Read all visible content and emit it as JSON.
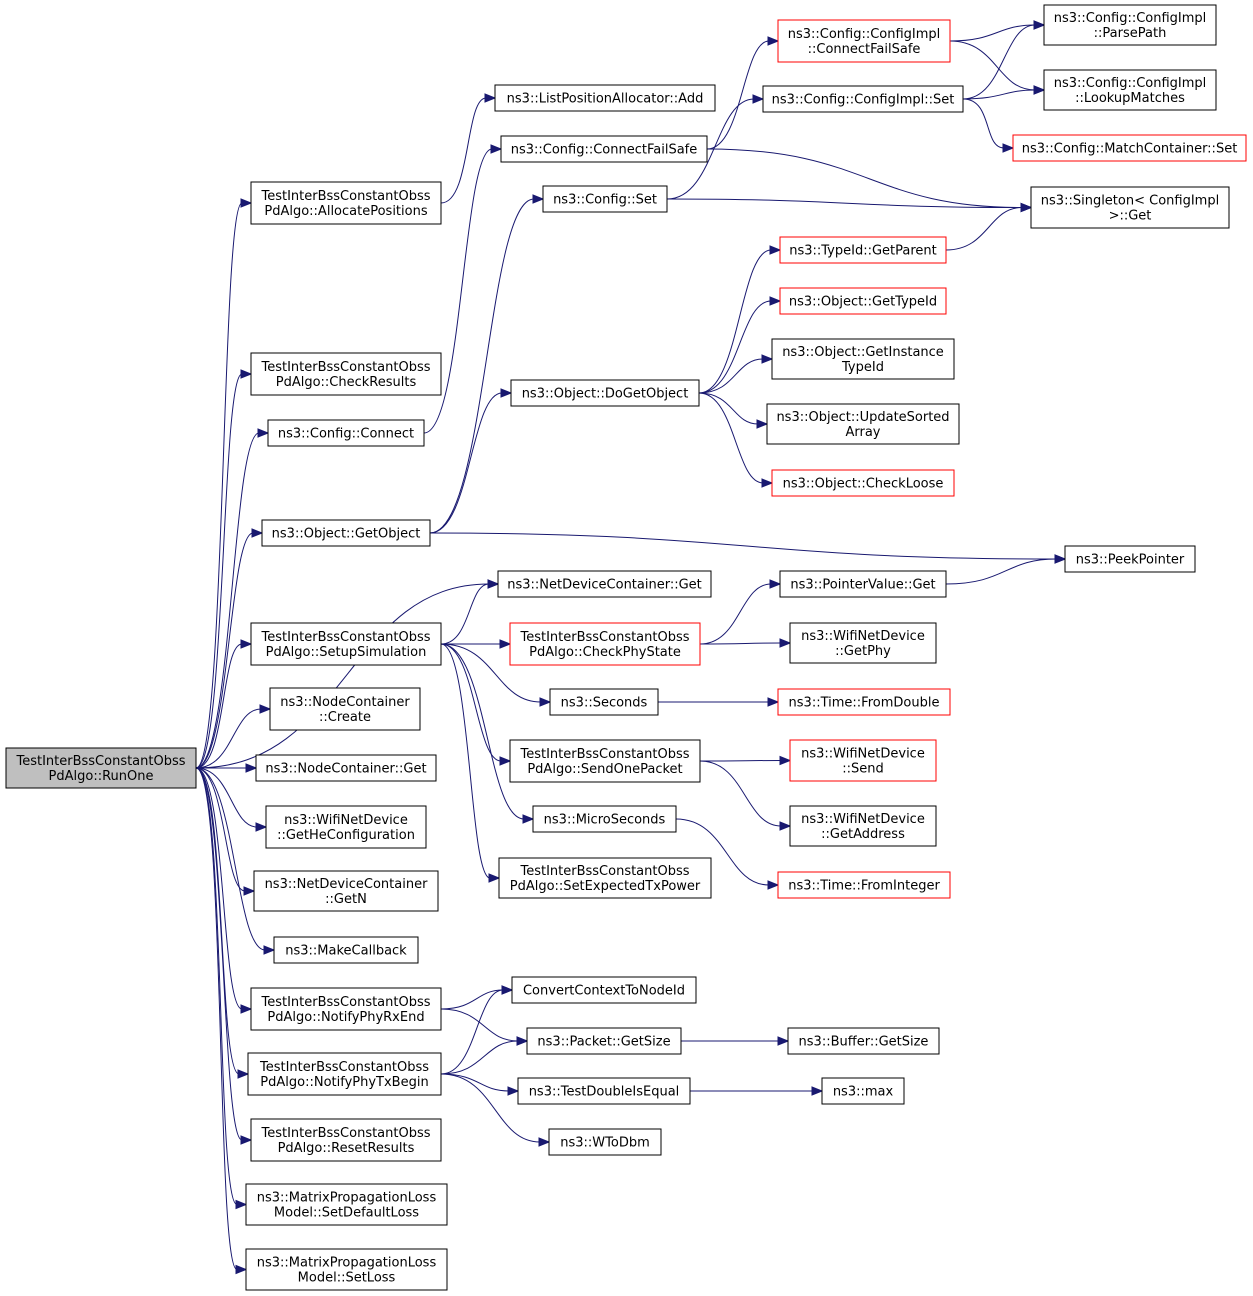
{
  "diagram": {
    "edge_color": "#191970",
    "node_border_color": "#000000",
    "truncated_node_border_color": "#ff0000",
    "root_fill_color": "#bfbfbf",
    "nodes": [
      {
        "id": "n0",
        "lines": [
          "TestInterBssConstantObss",
          "PdAlgo::RunOne"
        ],
        "root": true
      },
      {
        "id": "n1",
        "lines": [
          "TestInterBssConstantObss",
          "PdAlgo::AllocatePositions"
        ]
      },
      {
        "id": "n2",
        "lines": [
          "ns3::ListPositionAllocator::Add"
        ]
      },
      {
        "id": "n3",
        "lines": [
          "TestInterBssConstantObss",
          "PdAlgo::CheckResults"
        ]
      },
      {
        "id": "n4",
        "lines": [
          "ns3::Config::Connect"
        ]
      },
      {
        "id": "n5",
        "lines": [
          "ns3::Config::ConnectFailSafe"
        ]
      },
      {
        "id": "n6",
        "lines": [
          "ns3::Config::ConfigImpl",
          "::ConnectFailSafe"
        ],
        "red": true
      },
      {
        "id": "n7",
        "lines": [
          "ns3::Config::ConfigImpl",
          "::ParsePath"
        ]
      },
      {
        "id": "n8",
        "lines": [
          "ns3::Config::ConfigImpl",
          "::LookupMatches"
        ]
      },
      {
        "id": "n9",
        "lines": [
          "ns3::Singleton< ConfigImpl",
          ">::Get"
        ]
      },
      {
        "id": "n10",
        "lines": [
          "ns3::Config::Set"
        ]
      },
      {
        "id": "n11",
        "lines": [
          "ns3::Config::ConfigImpl::Set"
        ]
      },
      {
        "id": "n12",
        "lines": [
          "ns3::Config::MatchContainer::Set"
        ],
        "red": true
      },
      {
        "id": "n13",
        "lines": [
          "ns3::Object::GetObject"
        ]
      },
      {
        "id": "n14",
        "lines": [
          "ns3::Object::DoGetObject"
        ]
      },
      {
        "id": "n15",
        "lines": [
          "ns3::TypeId::GetParent"
        ],
        "red": true
      },
      {
        "id": "n16",
        "lines": [
          "ns3::Object::GetTypeId"
        ],
        "red": true
      },
      {
        "id": "n17",
        "lines": [
          "ns3::Object::GetInstance",
          "TypeId"
        ]
      },
      {
        "id": "n18",
        "lines": [
          "ns3::Object::UpdateSorted",
          "Array"
        ]
      },
      {
        "id": "n19",
        "lines": [
          "ns3::Object::CheckLoose"
        ],
        "red": true
      },
      {
        "id": "n20",
        "lines": [
          "ns3::PeekPointer"
        ]
      },
      {
        "id": "n21",
        "lines": [
          "ns3::NetDeviceContainer::Get"
        ]
      },
      {
        "id": "n22",
        "lines": [
          "TestInterBssConstantObss",
          "PdAlgo::SetupSimulation"
        ]
      },
      {
        "id": "n23",
        "lines": [
          "TestInterBssConstantObss",
          "PdAlgo::CheckPhyState"
        ],
        "red": true
      },
      {
        "id": "n24",
        "lines": [
          "ns3::PointerValue::Get"
        ]
      },
      {
        "id": "n25",
        "lines": [
          "ns3::WifiNetDevice",
          "::GetPhy"
        ]
      },
      {
        "id": "n26",
        "lines": [
          "ns3::Seconds"
        ]
      },
      {
        "id": "n27",
        "lines": [
          "ns3::Time::FromDouble"
        ],
        "red": true
      },
      {
        "id": "n28",
        "lines": [
          "TestInterBssConstantObss",
          "PdAlgo::SendOnePacket"
        ]
      },
      {
        "id": "n29",
        "lines": [
          "ns3::WifiNetDevice",
          "::Send"
        ],
        "red": true
      },
      {
        "id": "n30",
        "lines": [
          "ns3::WifiNetDevice",
          "::GetAddress"
        ]
      },
      {
        "id": "n31",
        "lines": [
          "ns3::MicroSeconds"
        ]
      },
      {
        "id": "n32",
        "lines": [
          "ns3::Time::FromInteger"
        ],
        "red": true
      },
      {
        "id": "n33",
        "lines": [
          "TestInterBssConstantObss",
          "PdAlgo::SetExpectedTxPower"
        ]
      },
      {
        "id": "n34",
        "lines": [
          "ns3::NodeContainer",
          "::Create"
        ]
      },
      {
        "id": "n35",
        "lines": [
          "ns3::NodeContainer::Get"
        ]
      },
      {
        "id": "n36",
        "lines": [
          "ns3::WifiNetDevice",
          "::GetHeConfiguration"
        ]
      },
      {
        "id": "n37",
        "lines": [
          "ns3::NetDeviceContainer",
          "::GetN"
        ]
      },
      {
        "id": "n38",
        "lines": [
          "ns3::MakeCallback"
        ]
      },
      {
        "id": "n39",
        "lines": [
          "TestInterBssConstantObss",
          "PdAlgo::NotifyPhyRxEnd"
        ]
      },
      {
        "id": "n40",
        "lines": [
          "ConvertContextToNodeId"
        ]
      },
      {
        "id": "n41",
        "lines": [
          "ns3::Packet::GetSize"
        ]
      },
      {
        "id": "n42",
        "lines": [
          "ns3::Buffer::GetSize"
        ]
      },
      {
        "id": "n43",
        "lines": [
          "TestInterBssConstantObss",
          "PdAlgo::NotifyPhyTxBegin"
        ]
      },
      {
        "id": "n44",
        "lines": [
          "ns3::TestDoubleIsEqual"
        ]
      },
      {
        "id": "n45",
        "lines": [
          "ns3::max"
        ]
      },
      {
        "id": "n46",
        "lines": [
          "ns3::WToDbm"
        ]
      },
      {
        "id": "n47",
        "lines": [
          "TestInterBssConstantObss",
          "PdAlgo::ResetResults"
        ]
      },
      {
        "id": "n48",
        "lines": [
          "ns3::MatrixPropagationLoss",
          "Model::SetDefaultLoss"
        ]
      },
      {
        "id": "n49",
        "lines": [
          "ns3::MatrixPropagationLoss",
          "Model::SetLoss"
        ]
      }
    ],
    "edges": [
      [
        "n0",
        "n1"
      ],
      [
        "n0",
        "n3"
      ],
      [
        "n0",
        "n4"
      ],
      [
        "n0",
        "n13"
      ],
      [
        "n0",
        "n21"
      ],
      [
        "n0",
        "n22"
      ],
      [
        "n0",
        "n34"
      ],
      [
        "n0",
        "n35"
      ],
      [
        "n0",
        "n36"
      ],
      [
        "n0",
        "n37"
      ],
      [
        "n0",
        "n38"
      ],
      [
        "n0",
        "n39"
      ],
      [
        "n0",
        "n43"
      ],
      [
        "n0",
        "n47"
      ],
      [
        "n0",
        "n48"
      ],
      [
        "n0",
        "n49"
      ],
      [
        "n1",
        "n2"
      ],
      [
        "n4",
        "n5"
      ],
      [
        "n5",
        "n6"
      ],
      [
        "n5",
        "n9"
      ],
      [
        "n6",
        "n7"
      ],
      [
        "n6",
        "n8"
      ],
      [
        "n10",
        "n11"
      ],
      [
        "n10",
        "n9"
      ],
      [
        "n11",
        "n7"
      ],
      [
        "n11",
        "n8"
      ],
      [
        "n11",
        "n12"
      ],
      [
        "n13",
        "n10"
      ],
      [
        "n13",
        "n14"
      ],
      [
        "n13",
        "n20"
      ],
      [
        "n14",
        "n15"
      ],
      [
        "n14",
        "n16"
      ],
      [
        "n14",
        "n17"
      ],
      [
        "n14",
        "n18"
      ],
      [
        "n14",
        "n19"
      ],
      [
        "n15",
        "n9"
      ],
      [
        "n22",
        "n21"
      ],
      [
        "n22",
        "n23"
      ],
      [
        "n22",
        "n26"
      ],
      [
        "n22",
        "n28"
      ],
      [
        "n22",
        "n31"
      ],
      [
        "n22",
        "n33"
      ],
      [
        "n23",
        "n24"
      ],
      [
        "n23",
        "n25"
      ],
      [
        "n24",
        "n20"
      ],
      [
        "n26",
        "n27"
      ],
      [
        "n28",
        "n29"
      ],
      [
        "n28",
        "n30"
      ],
      [
        "n31",
        "n32"
      ],
      [
        "n39",
        "n40"
      ],
      [
        "n39",
        "n41"
      ],
      [
        "n41",
        "n42"
      ],
      [
        "n43",
        "n40"
      ],
      [
        "n43",
        "n41"
      ],
      [
        "n43",
        "n44"
      ],
      [
        "n43",
        "n46"
      ],
      [
        "n44",
        "n45"
      ]
    ]
  }
}
